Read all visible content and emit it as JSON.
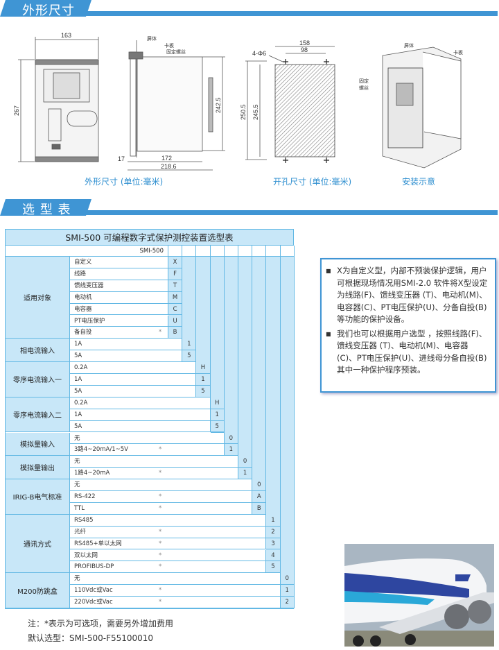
{
  "sections": {
    "dimensions": "外形尺寸",
    "selection": "选 型 表"
  },
  "drawings": {
    "front": {
      "width": "163",
      "height": "267"
    },
    "side": {
      "labels": [
        "屏体",
        "卡板",
        "固定螺丝"
      ],
      "height": "242.5",
      "d1": "17",
      "d2": "172",
      "d3": "218.6"
    },
    "cutout": {
      "w1": "158",
      "w2": "98",
      "hole": "4-Φ6",
      "h1": "250.5",
      "h2": "245.5"
    },
    "install": {
      "labels": [
        "屏体",
        "卡板",
        "固定",
        "螺丝"
      ]
    },
    "captions": [
      "外形尺寸 (单位:毫米)",
      "开孔尺寸 (单位:毫米)",
      "安装示意"
    ]
  },
  "table": {
    "title": "SMI-500 可编程数字式保护测控装置选型表",
    "model": "SMI-500",
    "groups": [
      {
        "name": "适用对象",
        "options": [
          [
            "自定义",
            "",
            "X"
          ],
          [
            "线路",
            "",
            "F"
          ],
          [
            "馈线变压器",
            "",
            "T"
          ],
          [
            "电动机",
            "",
            "M"
          ],
          [
            "电容器",
            "",
            "C"
          ],
          [
            "PT电压保护",
            "",
            "U"
          ],
          [
            "备自投",
            "*",
            "B"
          ]
        ]
      },
      {
        "name": "相电流输入",
        "options": [
          [
            "1A",
            "",
            "1"
          ],
          [
            "5A",
            "",
            "5"
          ]
        ]
      },
      {
        "name": "零序电流输入一",
        "options": [
          [
            "0.2A",
            "",
            "H"
          ],
          [
            "1A",
            "",
            "1"
          ],
          [
            "5A",
            "",
            "5"
          ]
        ]
      },
      {
        "name": "零序电流输入二",
        "options": [
          [
            "0.2A",
            "",
            "H"
          ],
          [
            "1A",
            "",
            "1"
          ],
          [
            "5A",
            "",
            "5"
          ]
        ]
      },
      {
        "name": "模拟量输入",
        "options": [
          [
            "无",
            "",
            "0"
          ],
          [
            "3路4~20mA/1~5V",
            "*",
            "1"
          ]
        ]
      },
      {
        "name": "模拟量输出",
        "options": [
          [
            "无",
            "",
            "0"
          ],
          [
            "1路4~20mA",
            "*",
            "1"
          ]
        ]
      },
      {
        "name": "IRIG-B电气标准",
        "options": [
          [
            "无",
            "",
            "0"
          ],
          [
            "RS-422",
            "*",
            "A"
          ],
          [
            "TTL",
            "*",
            "B"
          ]
        ]
      },
      {
        "name": "通讯方式",
        "options": [
          [
            "RS485",
            "",
            "1"
          ],
          [
            "光纤",
            "*",
            "2"
          ],
          [
            "RS485+单以太网",
            "*",
            "3"
          ],
          [
            "双以太网",
            "*",
            "4"
          ],
          [
            "PROFIBUS-DP",
            "*",
            "5"
          ]
        ]
      },
      {
        "name": "M200防跳盒",
        "options": [
          [
            "无",
            "",
            "0"
          ],
          [
            "110Vdc或Vac",
            "*",
            "1"
          ],
          [
            "220Vdc或Vac",
            "*",
            "2"
          ]
        ]
      }
    ]
  },
  "notes": {
    "optional": "注：*表示为可选项，需要另外增加费用",
    "default": "默认选型：SMI-500-F55100010"
  },
  "info": {
    "bullet": "■",
    "items": [
      "X为自定义型，内部不预装保护逻辑，用户可根据现场情况用SMI-2.0 软件将X型设定为线路(F)、馈线变压器 (T)、电动机(M)、电容器(C)、PT电压保护(U)、分备自投(B)等功能的保护设备。",
      "我们也可以根据用户选型 ，按照线路(F)、馈线变压器 (T)、电动机(M)、电容器(C)、PT电压保护(U)、进线母分备自投(B)其中一种保护程序预装。"
    ]
  },
  "colors": {
    "accent": "#3f95d4",
    "cell": "#c8e7f8",
    "border": "#62b8e4"
  }
}
